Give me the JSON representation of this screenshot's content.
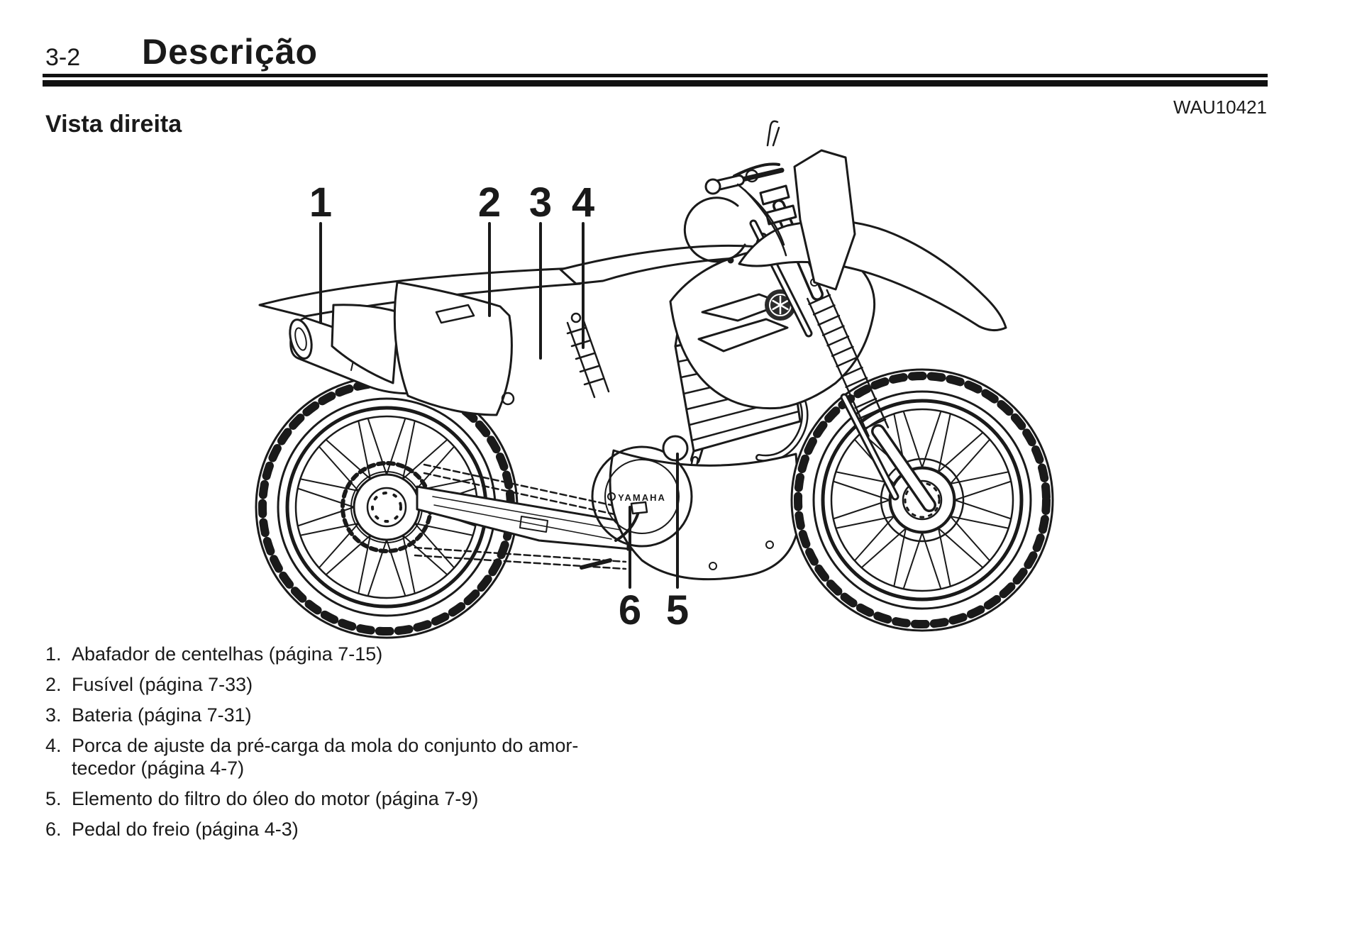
{
  "header": {
    "page_number": "3-2",
    "title": "Descrição",
    "code": "WAU10421"
  },
  "section": {
    "title": "Vista direita"
  },
  "colors": {
    "ink": "#1a1a1a",
    "paper": "#ffffff",
    "emblem_fill": "#2b2b2b"
  },
  "diagram": {
    "engine_label": "YAMAHA",
    "callouts": [
      "1",
      "2",
      "3",
      "4",
      "5",
      "6"
    ]
  },
  "legend": {
    "items": [
      {
        "num": "1.",
        "text": "Abafador de centelhas (página 7-15)"
      },
      {
        "num": "2.",
        "text": "Fusível (página 7-33)"
      },
      {
        "num": "3.",
        "text": "Bateria (página 7-31)"
      },
      {
        "num": "4.",
        "text": "Porca de ajuste da pré-carga da mola do conjunto do amor-\ntecedor (página 4-7)"
      },
      {
        "num": "5.",
        "text": "Elemento do filtro do óleo do motor (página 7-9)"
      },
      {
        "num": "6.",
        "text": "Pedal do freio (página 4-3)"
      }
    ]
  }
}
